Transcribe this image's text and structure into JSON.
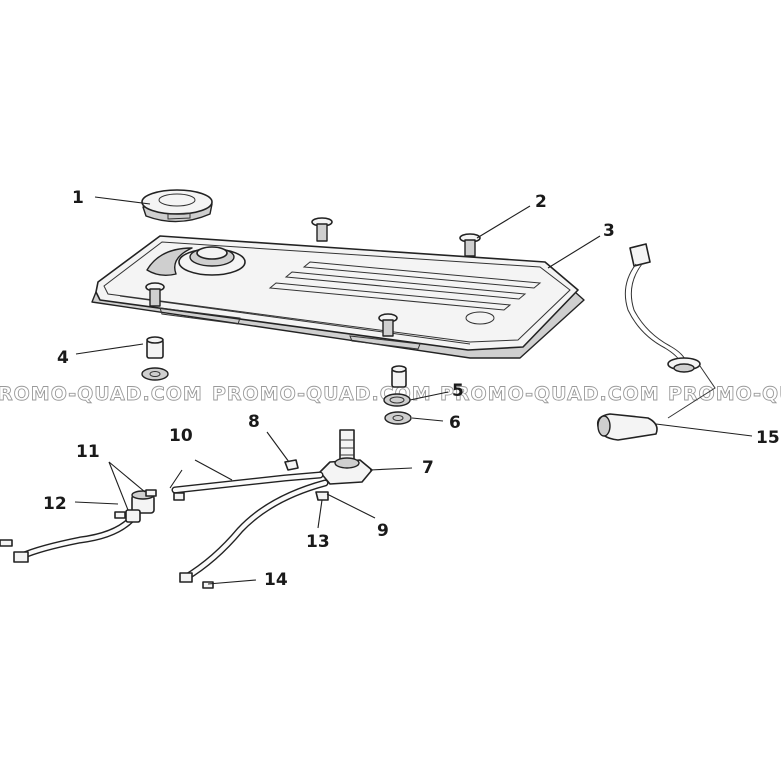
{
  "watermark": {
    "text": "PROMO-QUAD.COM",
    "partial_left": "ROMO-QUAD.COM",
    "partial_right": "PROMO-QU"
  },
  "callouts": [
    {
      "label": "1"
    },
    {
      "label": "2"
    },
    {
      "label": "3"
    },
    {
      "label": "4"
    },
    {
      "label": "5"
    },
    {
      "label": "6"
    },
    {
      "label": "7"
    },
    {
      "label": "8"
    },
    {
      "label": "9"
    },
    {
      "label": "10"
    },
    {
      "label": "11"
    },
    {
      "label": "12"
    },
    {
      "label": "13"
    },
    {
      "label": "14"
    },
    {
      "label": "15"
    }
  ]
}
